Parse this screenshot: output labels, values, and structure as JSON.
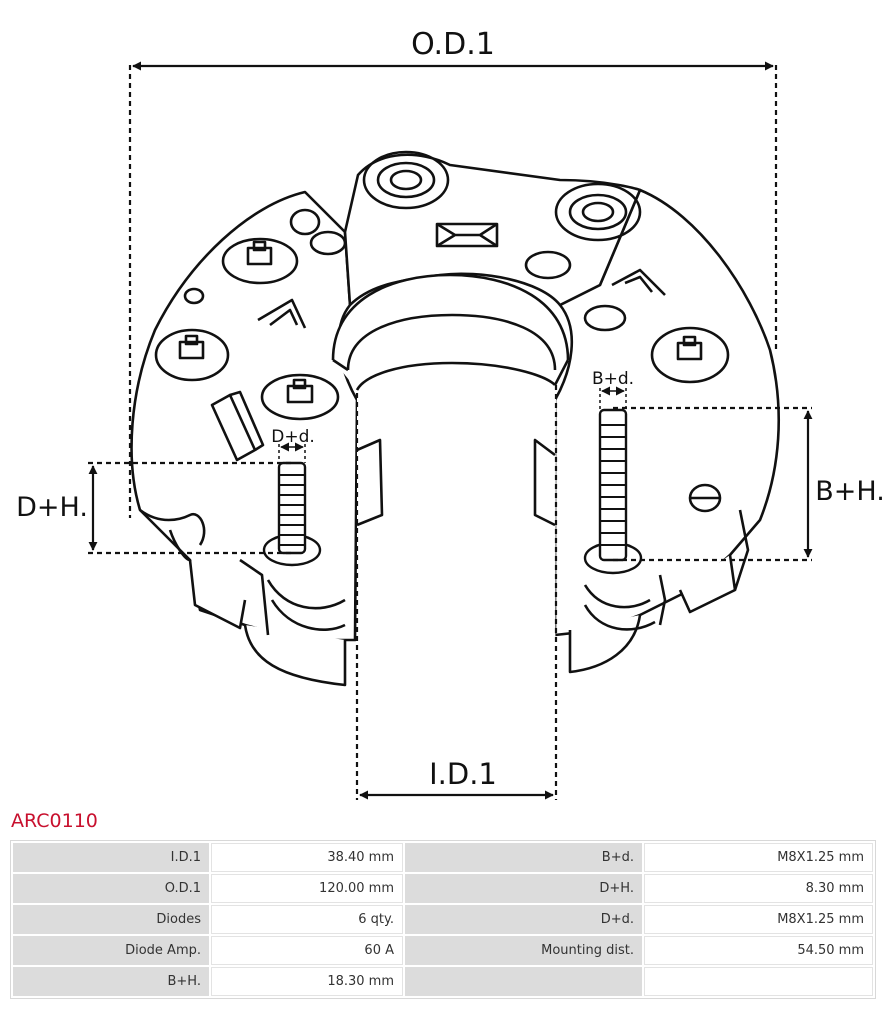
{
  "diagram": {
    "labels": {
      "od": "O.D.1",
      "id": "I.D.1",
      "dh": "D+H.",
      "bh": "B+H.",
      "dd": "D+d.",
      "bd": "B+d."
    }
  },
  "product": {
    "code": "ARC0110",
    "code_color": "#c8102e"
  },
  "specs": {
    "rows": [
      {
        "l1": "I.D.1",
        "v1": "38.40 mm",
        "l2": "B+d.",
        "v2": "M8X1.25 mm"
      },
      {
        "l1": "O.D.1",
        "v1": "120.00 mm",
        "l2": "D+H.",
        "v2": "8.30 mm"
      },
      {
        "l1": "Diodes",
        "v1": "6 qty.",
        "l2": "D+d.",
        "v2": "M8X1.25 mm"
      },
      {
        "l1": "Diode Amp.",
        "v1": "60 A",
        "l2": "Mounting dist.",
        "v2": "54.50 mm"
      },
      {
        "l1": "B+H.",
        "v1": "18.30 mm",
        "l2": "",
        "v2": ""
      }
    ]
  }
}
